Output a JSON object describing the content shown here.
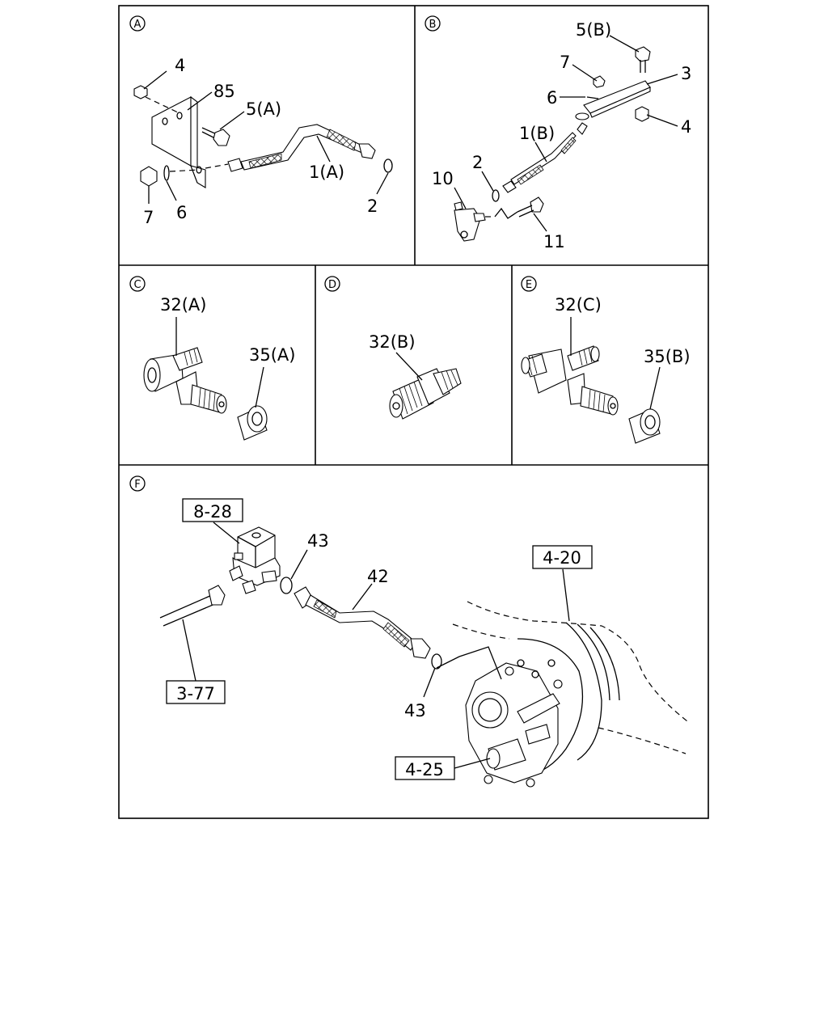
{
  "panels": {
    "A": {
      "letter": "A",
      "labels": {
        "p4": "4",
        "p85": "85",
        "p5a": "5(A)",
        "p1a": "1(A)",
        "p2": "2",
        "p7": "7",
        "p6": "6"
      }
    },
    "B": {
      "letter": "B",
      "labels": {
        "p5b": "5(B)",
        "p7": "7",
        "p3": "3",
        "p6": "6",
        "p4": "4",
        "p1b": "1(B)",
        "p2": "2",
        "p10": "10",
        "p11": "11"
      }
    },
    "C": {
      "letter": "C",
      "labels": {
        "p32a": "32(A)",
        "p35a": "35(A)"
      }
    },
    "D": {
      "letter": "D",
      "labels": {
        "p32b": "32(B)"
      }
    },
    "E": {
      "letter": "E",
      "labels": {
        "p32c": "32(C)",
        "p35b": "35(B)"
      }
    },
    "F": {
      "letter": "F",
      "labels": {
        "p43a": "43",
        "p42": "42",
        "p43b": "43"
      },
      "refs": {
        "r828": "8-28",
        "r420": "4-20",
        "r377": "3-77",
        "r425": "4-25"
      }
    }
  }
}
